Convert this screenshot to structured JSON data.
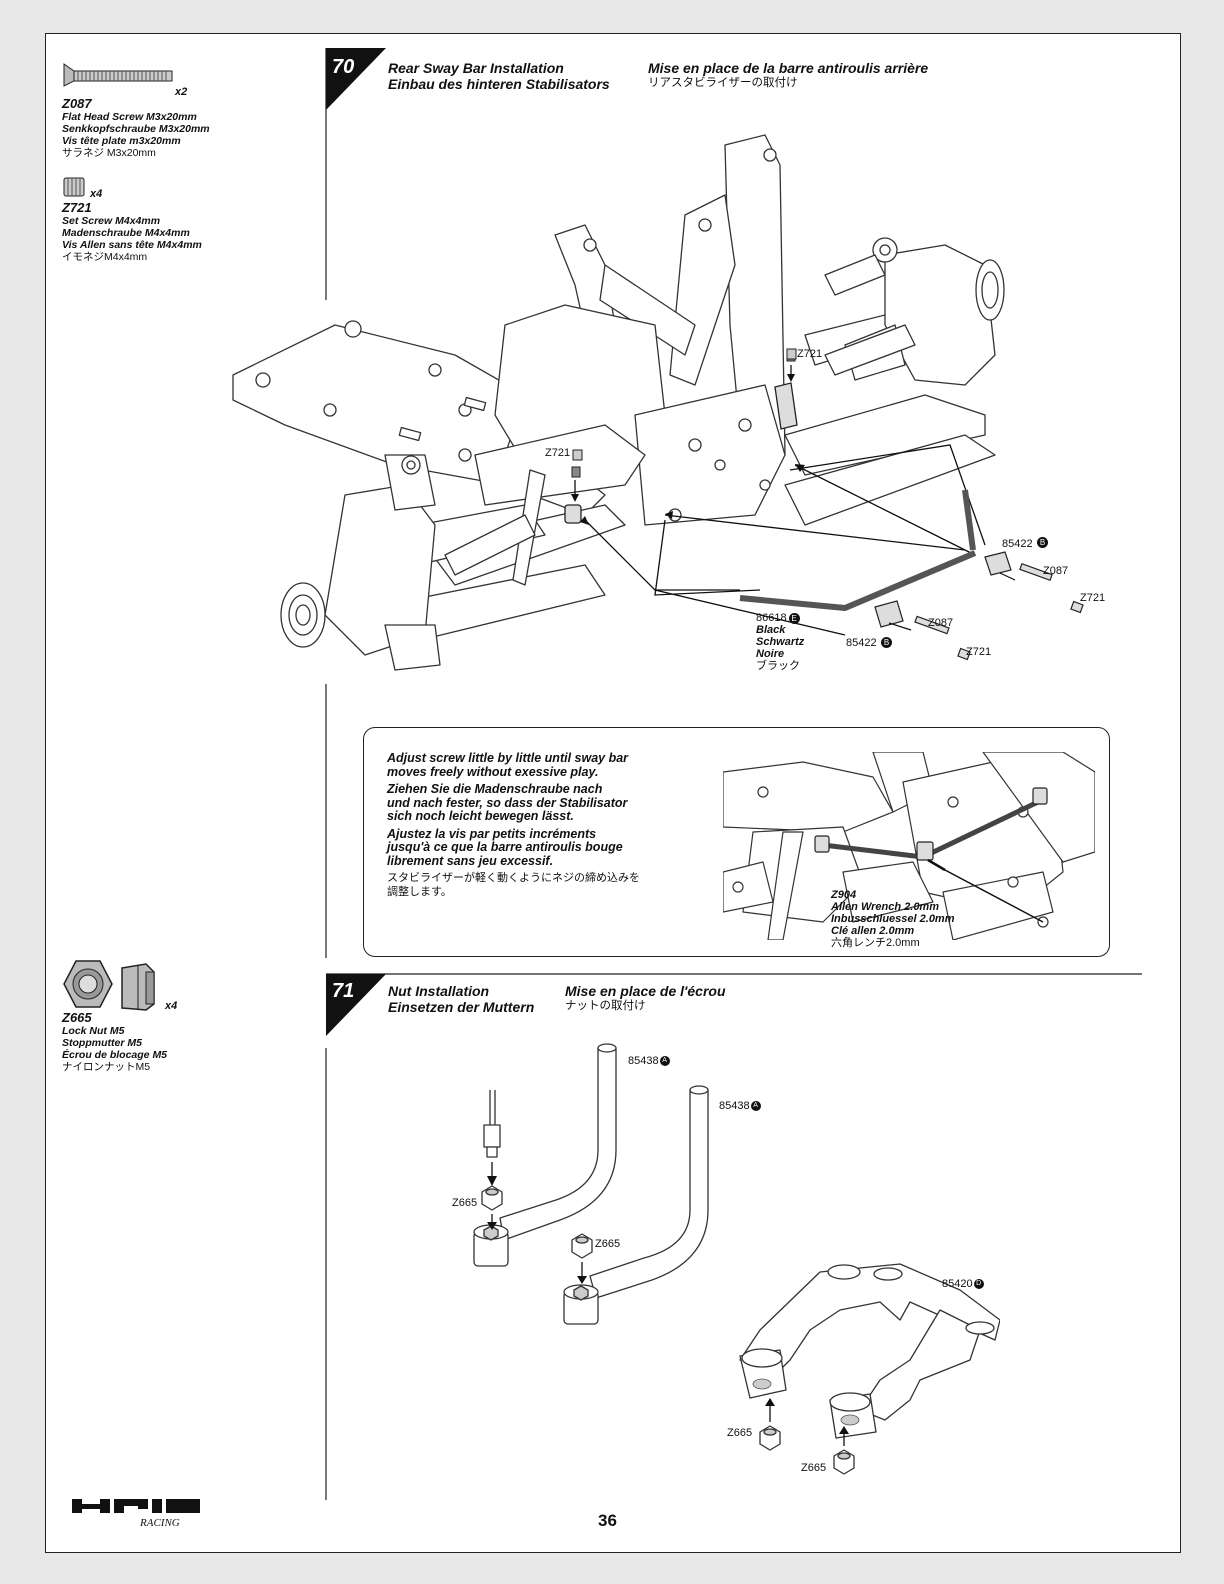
{
  "parts_70": [
    {
      "code": "Z087",
      "qty": "x2",
      "desc": [
        "Flat Head Screw M3x20mm",
        "Senkkopfschraube M3x20mm",
        "Vis tête plate m3x20mm"
      ],
      "jp": "サラネジ M3x20mm"
    },
    {
      "code": "Z721",
      "qty": "x4",
      "desc": [
        "Set Screw M4x4mm",
        "Madenschraube M4x4mm",
        "Vis Allen sans tête M4x4mm"
      ],
      "jp": "イモネジM4x4mm"
    }
  ],
  "parts_71": [
    {
      "code": "Z665",
      "qty": "x4",
      "desc": [
        "Lock Nut M5",
        "Stoppmutter M5",
        "Écrou de blocage M5"
      ],
      "jp": "ナイロンナットM5"
    }
  ],
  "step70": {
    "number": "70",
    "title_en": "Rear Sway Bar Installation",
    "title_de": "Einbau des hinteren Stabilisators",
    "title_fr": "Mise en place de la barre antiroulis arrière",
    "title_jp": "リアスタビライザーの取付け",
    "labels": {
      "z721_top": "Z721",
      "z721_left": "Z721",
      "p85422_right": "85422",
      "z087_right": "Z087",
      "z721_right": "Z721",
      "p86618": "86618",
      "black_en": "Black",
      "black_de": "Schwartz",
      "black_fr": "Noire",
      "black_jp": "ブラック",
      "p85422_left": "85422",
      "z087_left": "Z087",
      "z721_bottom": "Z721"
    },
    "note": {
      "en": [
        "Adjust screw little by little until sway bar",
        "moves freely without exessive play."
      ],
      "de": [
        "Ziehen Sie die Madenschraube nach",
        "und nach fester, so dass der Stabilisator",
        "sich noch leicht bewegen lässt."
      ],
      "fr": [
        "Ajustez la vis par petits incréments",
        "jusqu'à ce que la barre antiroulis bouge",
        "librement sans jeu excessif."
      ],
      "jp": [
        "スタビライザーが軽く動くようにネジの締め込みを",
        "調整します。"
      ],
      "tool": {
        "code": "Z904",
        "lines": [
          "Allen Wrench 2.0mm",
          "Inbusschluessel 2.0mm",
          "Clé allen 2.0mm"
        ],
        "jp": "六角レンチ2.0mm"
      }
    }
  },
  "step71": {
    "number": "71",
    "title_en": "Nut Installation",
    "title_de": "Einsetzen der Muttern",
    "title_fr": "Mise en place de l'écrou",
    "title_jp": "ナットの取付け",
    "labels": {
      "p85438_a": "85438",
      "p85438_b": "85438",
      "z665_a": "Z665",
      "z665_b": "Z665",
      "p85420": "85420",
      "z665_c": "Z665",
      "z665_d": "Z665"
    }
  },
  "footer": {
    "page_number": "36",
    "logo": "HPI",
    "logo_sub": "RACING"
  }
}
